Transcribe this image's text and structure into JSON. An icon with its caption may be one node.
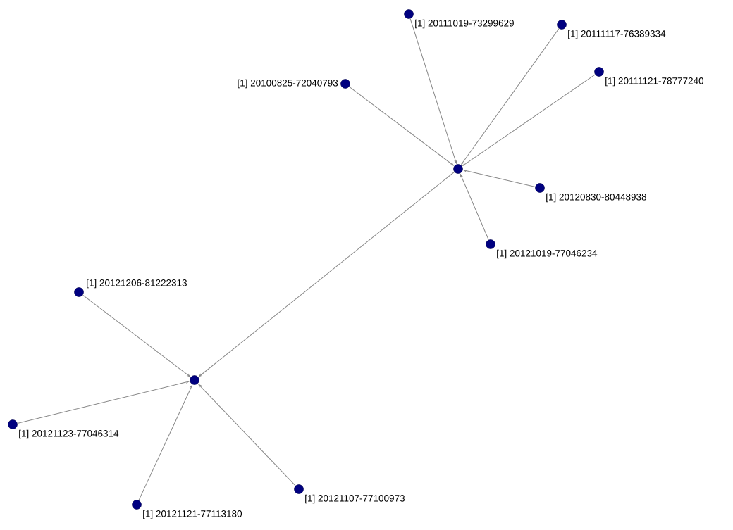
{
  "diagram": {
    "nodes": [
      {
        "text": [],
        "shape": "circle"
      },
      {
        "text": [],
        "shape": "circle",
        "beside": [
          "[1] 20111019-73299629"
        ]
      },
      {
        "text": [],
        "shape": "circle",
        "beside": [
          "[1] 20111117-76389334"
        ]
      },
      {
        "text": [],
        "shape": "circle",
        "beside": [
          "[1] 20100825-72040793"
        ]
      },
      {
        "text": [],
        "shape": "circle",
        "beside": [
          "[1] 20111121-78777240"
        ]
      },
      {
        "text": [],
        "shape": "circle",
        "beside": [
          "[1] 20120830-80448938"
        ]
      },
      {
        "text": [],
        "shape": "circle",
        "beside": [
          "[1] 20121019-77046234"
        ]
      },
      {
        "text": [],
        "shape": "circle"
      },
      {
        "text": [],
        "shape": "circle",
        "beside": [
          "[1] 20121206-81222313"
        ]
      },
      {
        "text": [],
        "shape": "circle",
        "beside": [
          "[1] 20121123-77046314"
        ]
      },
      {
        "text": [],
        "shape": "circle",
        "beside": [
          "[1] 20121121-77113180"
        ]
      },
      {
        "text": [],
        "shape": "circle",
        "beside": [
          "[1] 20121107-77100973"
        ]
      }
    ],
    "edges": [
      {
        "from": 1,
        "to": 0,
        "arrow": "to"
      },
      {
        "from": 2,
        "to": 0,
        "arrow": "to"
      },
      {
        "from": 3,
        "to": 0,
        "arrow": "to"
      },
      {
        "from": 4,
        "to": 0,
        "arrow": "to"
      },
      {
        "from": 5,
        "to": 0,
        "arrow": "to"
      },
      {
        "from": 6,
        "to": 0,
        "arrow": "to"
      },
      {
        "from": 0,
        "to": 7,
        "arrow": "to"
      },
      {
        "from": 8,
        "to": 7,
        "arrow": "to"
      },
      {
        "from": 9,
        "to": 7,
        "arrow": "to"
      },
      {
        "from": 10,
        "to": 7,
        "arrow": "to"
      },
      {
        "from": 11,
        "to": 7,
        "arrow": "to"
      }
    ]
  }
}
